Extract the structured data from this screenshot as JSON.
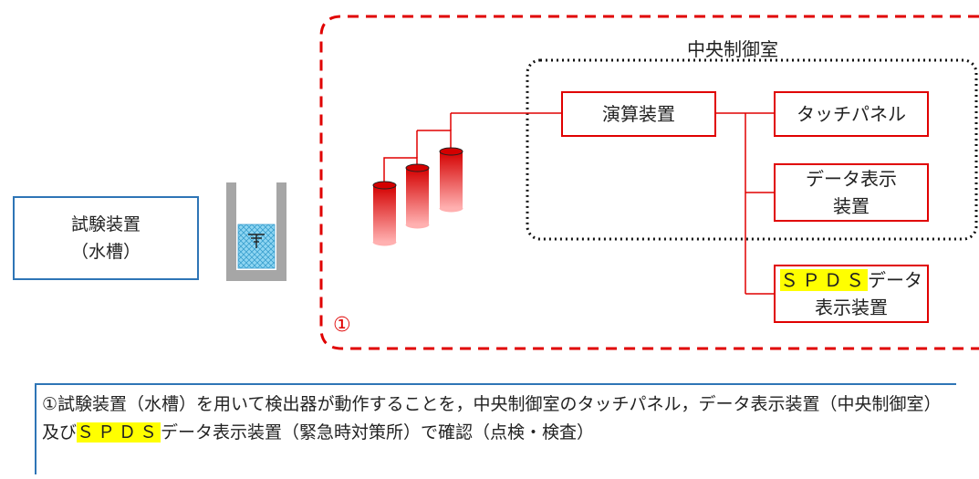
{
  "test_device": {
    "line1": "試験装置",
    "line2": "（水槽）"
  },
  "room": {
    "label": "中央制御室"
  },
  "processor": {
    "label": "演算装置"
  },
  "touch_panel": {
    "label": "タッチパネル"
  },
  "data_display": {
    "line1": "データ表示",
    "line2": "装置"
  },
  "spds_display": {
    "highlight": "ＳＰＤＳ",
    "line1_rest": "データ",
    "line2": "表示装置"
  },
  "scope_marker": "①",
  "note": {
    "prefix": "①試験装置（水槽）を用いて検出器が動作することを，中央制御室のタッチパネル，データ表示装置（中央制御室）及び",
    "highlight": "ＳＰＤＳ",
    "suffix": "データ表示装置（緊急時対策所）で確認（点検・検査）"
  },
  "colors": {
    "red": "#e00000",
    "blue": "#2e75b6",
    "highlight": "#ffff00",
    "water": "#4fc3f7"
  }
}
